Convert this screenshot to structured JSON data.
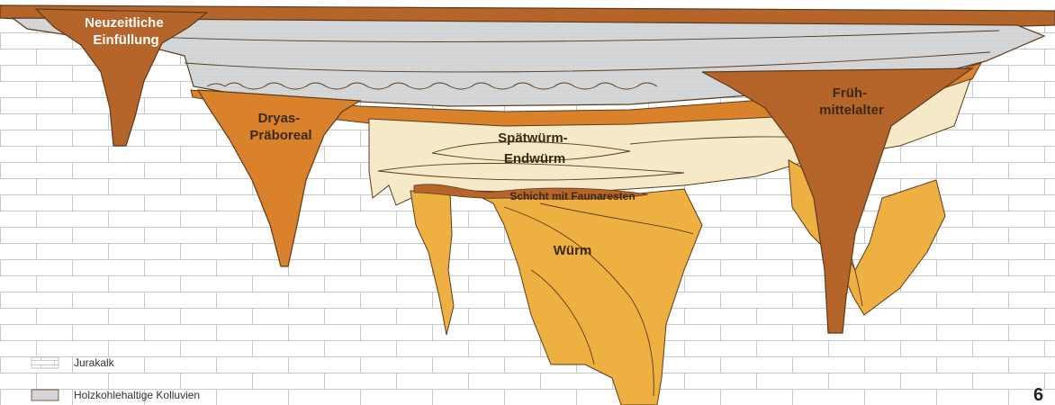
{
  "labels": {
    "neuzeitliche": [
      "Neuzeitliche",
      "Einfüllung"
    ],
    "dryas": [
      "Dryas-",
      "Präboreal"
    ],
    "fruehmittelalter": [
      "Früh-",
      "mittelalter"
    ],
    "spaetwuerm": [
      "Spätwürm-",
      "Endwürm"
    ],
    "schicht": "Schicht mit Faunaresten",
    "wuerm": "Würm"
  },
  "legend": {
    "jurakalk": "Jurakalk",
    "kolluvien": "Holzkohlehaltige Kolluvien"
  },
  "page_number": "6",
  "colors": {
    "dark_brown": "#b5642a",
    "medium_orange": "#d9822b",
    "golden": "#eeb040",
    "pale": "#f5e9c8",
    "grey": "#d4d6d8",
    "outline": "#5a3a1c",
    "brick": "#c8c8c8"
  }
}
